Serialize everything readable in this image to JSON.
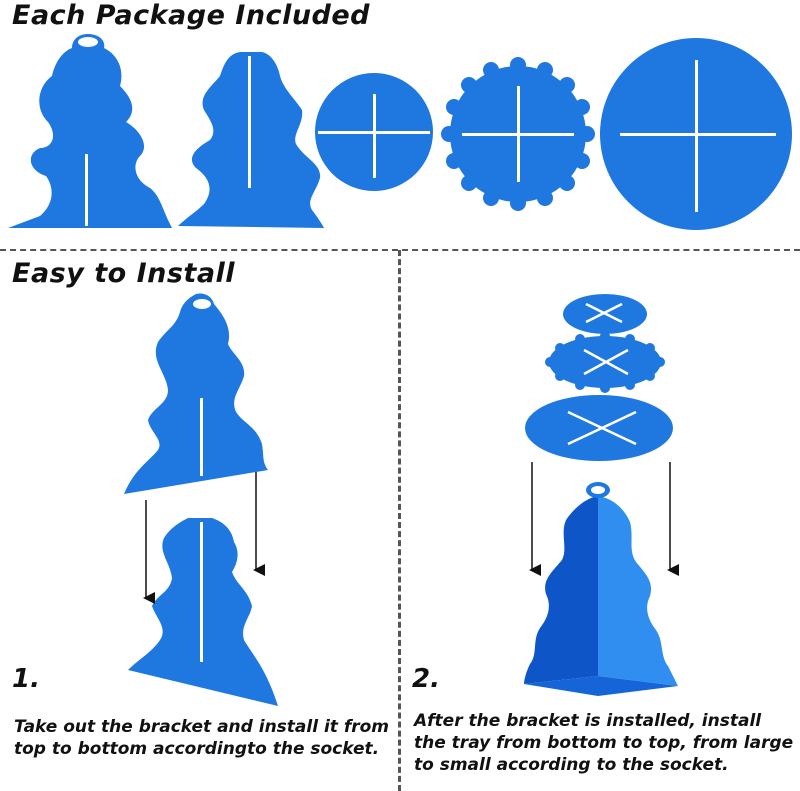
{
  "header": {
    "title": "Each Package Included"
  },
  "install": {
    "title": "Easy to Install",
    "step1": {
      "number": "1.",
      "text": "Take out the bracket and install it from top to bottom accordingto the socket."
    },
    "step2": {
      "number": "2.",
      "text": "After the bracket is installed, install the tray from bottom to top, from large to small according to the socket."
    }
  },
  "colors": {
    "accent": "#1f78e0",
    "accent_dark": "#0e55c8",
    "accent_light": "#2f8ef0",
    "slit": "#ffffff"
  }
}
